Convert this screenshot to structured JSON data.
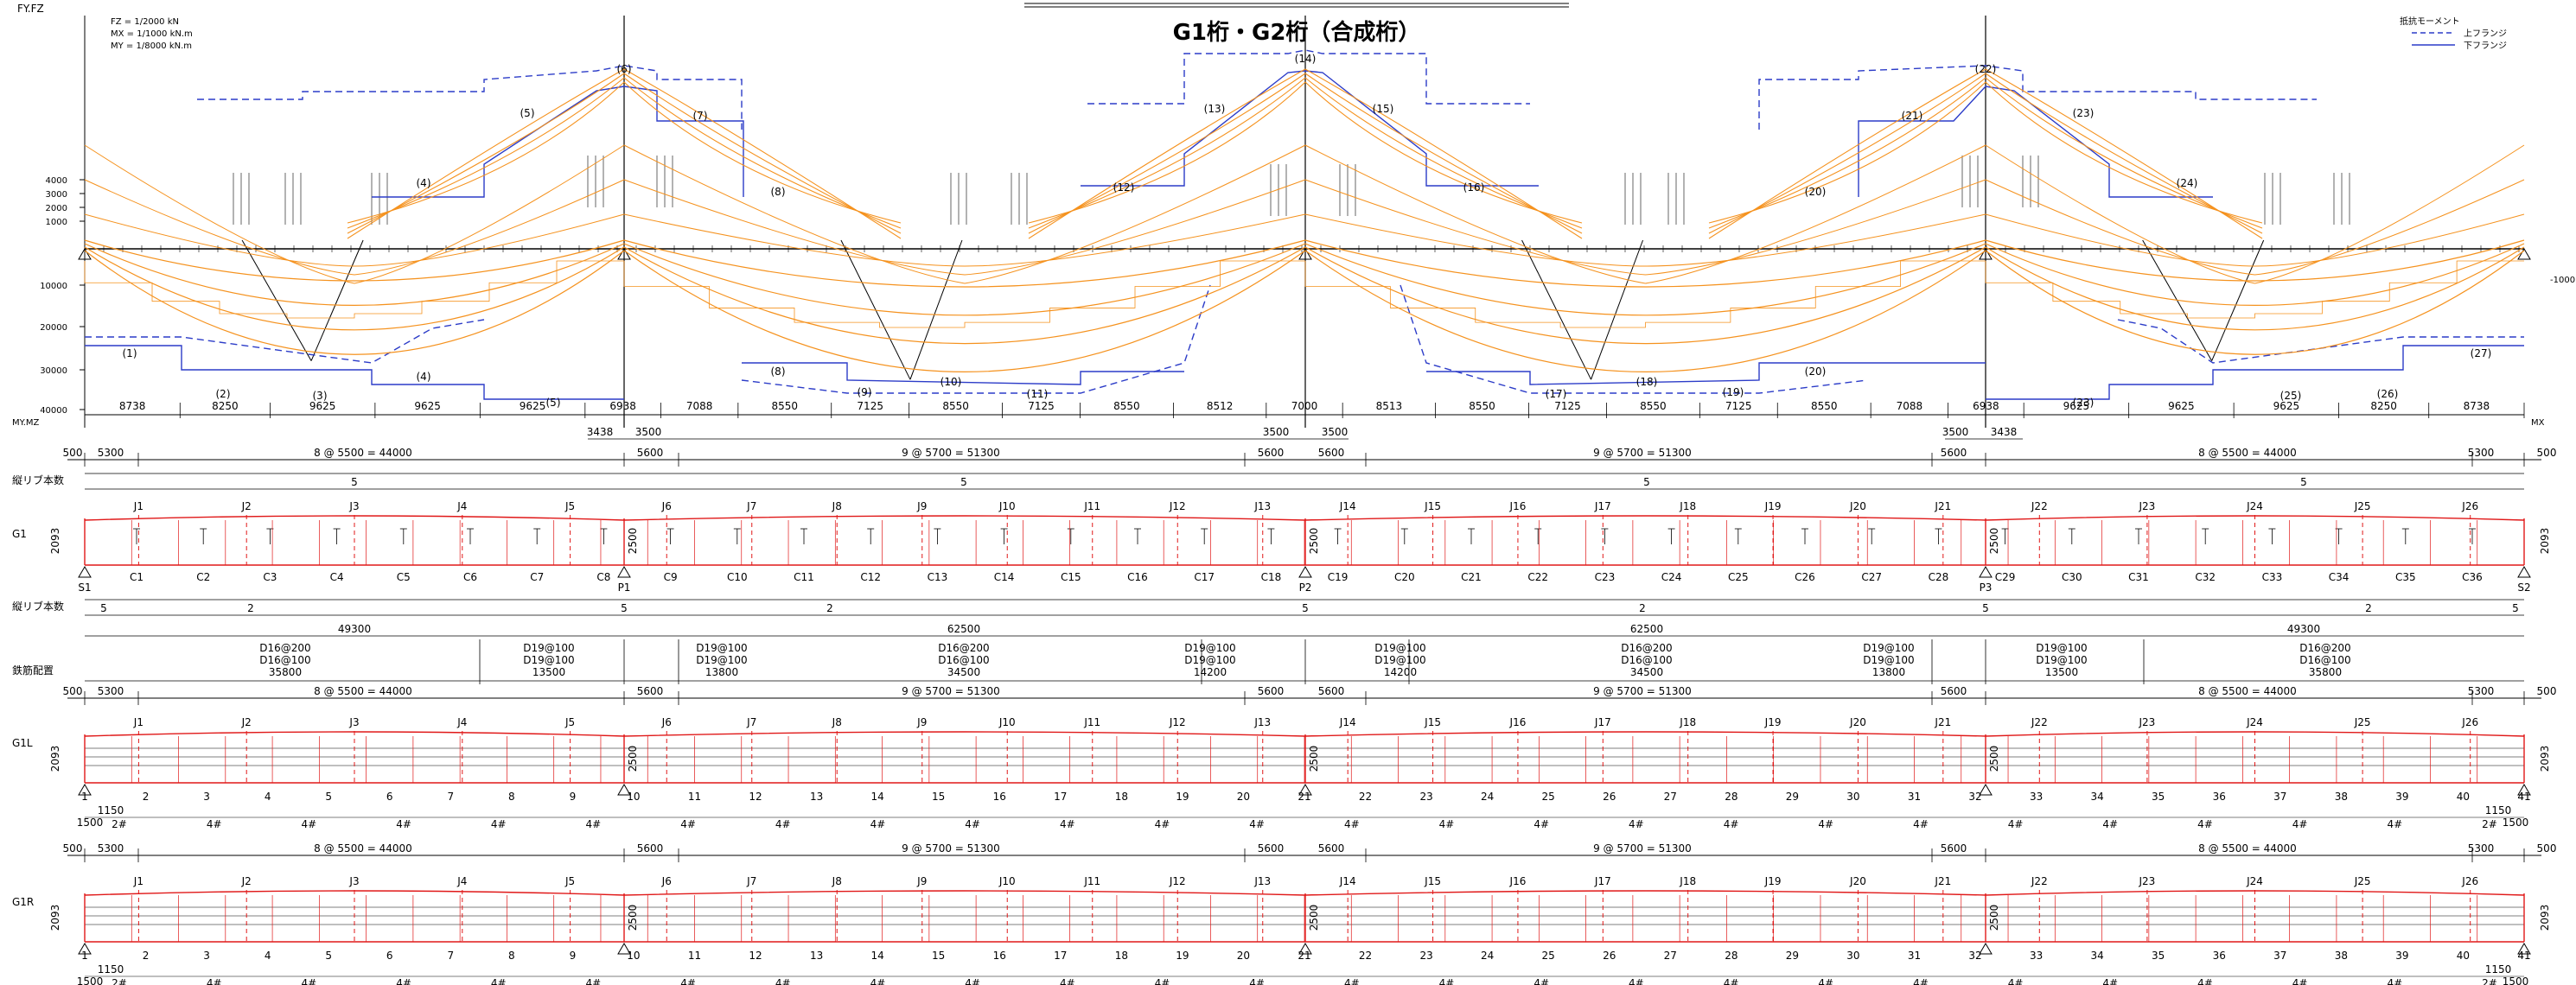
{
  "title": "G1桁・G2桁（合成桁）",
  "axis_left_label": "FY.FZ",
  "scale_notes": [
    "FZ = 1/2000 kN",
    "MX = 1/1000 kN.m",
    "MY = 1/8000 kN.m"
  ],
  "legend": {
    "heading": "抵抗モーメント",
    "items": [
      {
        "label": "上フランジ",
        "color": "#2c3cc8",
        "style": "dashed"
      },
      {
        "label": "下フランジ",
        "color": "#2c3cc8",
        "style": "solid"
      }
    ]
  },
  "y_ticks_top": [
    "4000",
    "3000",
    "2000",
    "1000"
  ],
  "y_ticks_bottom": [
    "10000",
    "20000",
    "30000",
    "40000"
  ],
  "right_tick": "-1000",
  "section_numbers": [
    "(1)",
    "(2)",
    "(3)",
    "(4)",
    "(5)",
    "(6)",
    "(7)",
    "(8)",
    "(9)",
    "(10)",
    "(11)",
    "(12)",
    "(13)",
    "(14)",
    "(15)",
    "(16)",
    "(17)",
    "(18)",
    "(19)",
    "(20)",
    "(21)",
    "(22)",
    "(23)",
    "(24)",
    "(25)",
    "(26)",
    "(27)"
  ],
  "bottom_row_label": "MY.MZ",
  "bottom_row_right": "MX",
  "span_lengths": [
    "8738",
    "8250",
    "9625",
    "9625",
    "9625",
    "6938",
    "7088",
    "8550",
    "7125",
    "8550",
    "7125",
    "8550",
    "8512",
    "7000",
    "8513",
    "8550",
    "7125",
    "8550",
    "7125",
    "8550",
    "7088",
    "6938",
    "9625",
    "9625",
    "9625",
    "8250",
    "8738"
  ],
  "support_dims": [
    "3438",
    "3500",
    "3500",
    "3500",
    "3500",
    "3438"
  ],
  "dim_rows": {
    "end": "500",
    "end_seg": "5300",
    "mid_seg": "5600",
    "span_a": "8 @ 5500  = 44000",
    "span_b": "9 @ 5700  = 51300"
  },
  "row_labels": {
    "rib_count": "縦リブ本数",
    "g1": "G1",
    "rebar": "鉄筋配置",
    "g1l": "G1L",
    "g1r": "G1R"
  },
  "rib_counts_top": [
    "5",
    "5",
    "5",
    "5"
  ],
  "rib_counts_bottom": [
    "5",
    "2",
    "5",
    "2",
    "5",
    "2",
    "5",
    "2",
    "5"
  ],
  "rebar_totals": [
    "49300",
    "62500",
    "62500",
    "49300"
  ],
  "rebar_specs": [
    [
      "D16@200",
      "D16@100",
      "35800"
    ],
    [
      "D19@100",
      "D19@100",
      "13500"
    ],
    [
      "D19@100",
      "D19@100",
      "13800"
    ],
    [
      "D16@200",
      "D16@100",
      "34500"
    ],
    [
      "D19@100",
      "D19@100",
      "14200"
    ],
    [
      "D19@100",
      "D19@100",
      "14200"
    ],
    [
      "D16@200",
      "D16@100",
      "34500"
    ],
    [
      "D19@100",
      "D19@100",
      "13800"
    ],
    [
      "D19@100",
      "D19@100",
      "13500"
    ],
    [
      "D16@200",
      "D16@100",
      "35800"
    ]
  ],
  "joints": [
    "J1",
    "J2",
    "J3",
    "J4",
    "J5",
    "J6",
    "J7",
    "J8",
    "J9",
    "J10",
    "J11",
    "J12",
    "J13",
    "J14",
    "J15",
    "J16",
    "J17",
    "J18",
    "J19",
    "J20",
    "J21",
    "J22",
    "J23",
    "J24",
    "J25",
    "J26"
  ],
  "cross_beams": [
    "C1",
    "C2",
    "C3",
    "C4",
    "C5",
    "C6",
    "C7",
    "C8",
    "C9",
    "C10",
    "C11",
    "C12",
    "C13",
    "C14",
    "C15",
    "C16",
    "C17",
    "C18",
    "C19",
    "C20",
    "C21",
    "C22",
    "C23",
    "C24",
    "C25",
    "C26",
    "C27",
    "C28",
    "C29",
    "C30",
    "C31",
    "C32",
    "C33",
    "C34",
    "C35",
    "C36"
  ],
  "supports": [
    "S1",
    "P1",
    "P2",
    "P3",
    "S2"
  ],
  "web_heights": {
    "end": "2093",
    "pier": "2500"
  },
  "panel_numbers": [
    "1",
    "2",
    "3",
    "4",
    "5",
    "6",
    "7",
    "8",
    "9",
    "10",
    "11",
    "12",
    "13",
    "14",
    "15",
    "16",
    "17",
    "18",
    "19",
    "20",
    "21",
    "22",
    "23",
    "24",
    "25",
    "26",
    "27",
    "28",
    "29",
    "30",
    "31",
    "32",
    "33",
    "34",
    "35",
    "36",
    "37",
    "38",
    "39",
    "40",
    "41"
  ],
  "end_small_dims": [
    "1150",
    "1500",
    "2#",
    "4#"
  ],
  "colors": {
    "frame": "#000000",
    "girder": "#e01818",
    "moment": "#f5921e",
    "resist": "#2c3cc8"
  }
}
